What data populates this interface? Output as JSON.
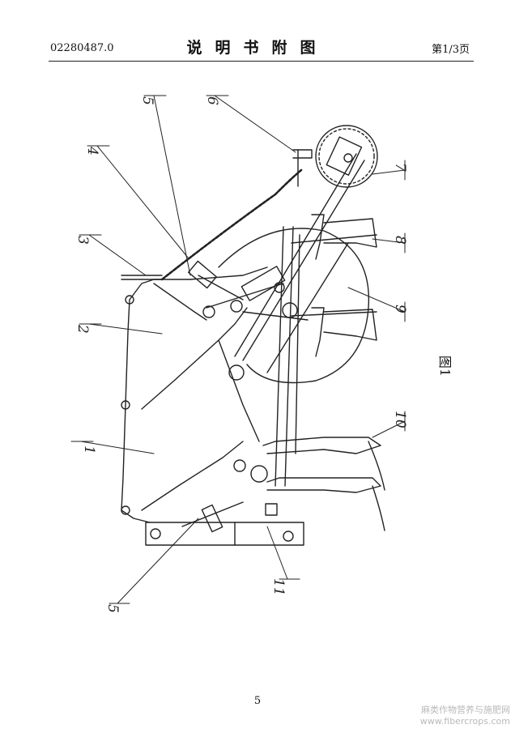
{
  "header": {
    "application_number": "02280487.0",
    "title": "说明书附图",
    "page_indicator": "第1/3页"
  },
  "figure": {
    "caption": "图1",
    "labels": [
      "1",
      "2",
      "3",
      "4",
      "5",
      "6",
      "7",
      "8",
      "9",
      "10",
      "11",
      "5"
    ]
  },
  "footer": {
    "page_number": "5"
  },
  "watermark": {
    "line1": "麻类作物营养与施肥网",
    "line2": "www.fibercrops.com"
  }
}
